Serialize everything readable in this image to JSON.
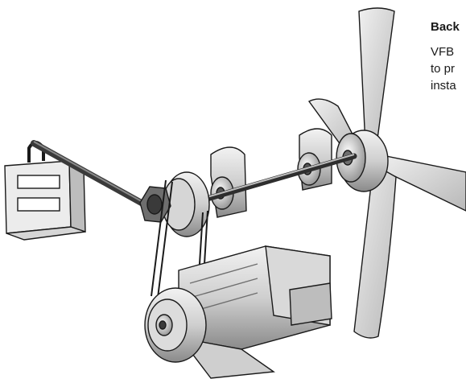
{
  "caption": {
    "title": "Back",
    "lines": [
      "VFB",
      "to pr",
      "insta"
    ]
  },
  "colors": {
    "line": "#1a1a1a",
    "metal_light": "#e6e6e6",
    "metal_mid": "#bdbdbd",
    "metal_dark": "#6e6e6e",
    "shaft": "#4a4a4a",
    "background": "#ffffff"
  },
  "icons": {
    "damper": "damper-icon",
    "fan": "fan-blade-icon",
    "motor": "motor-icon",
    "belt": "belt-drive-icon"
  }
}
